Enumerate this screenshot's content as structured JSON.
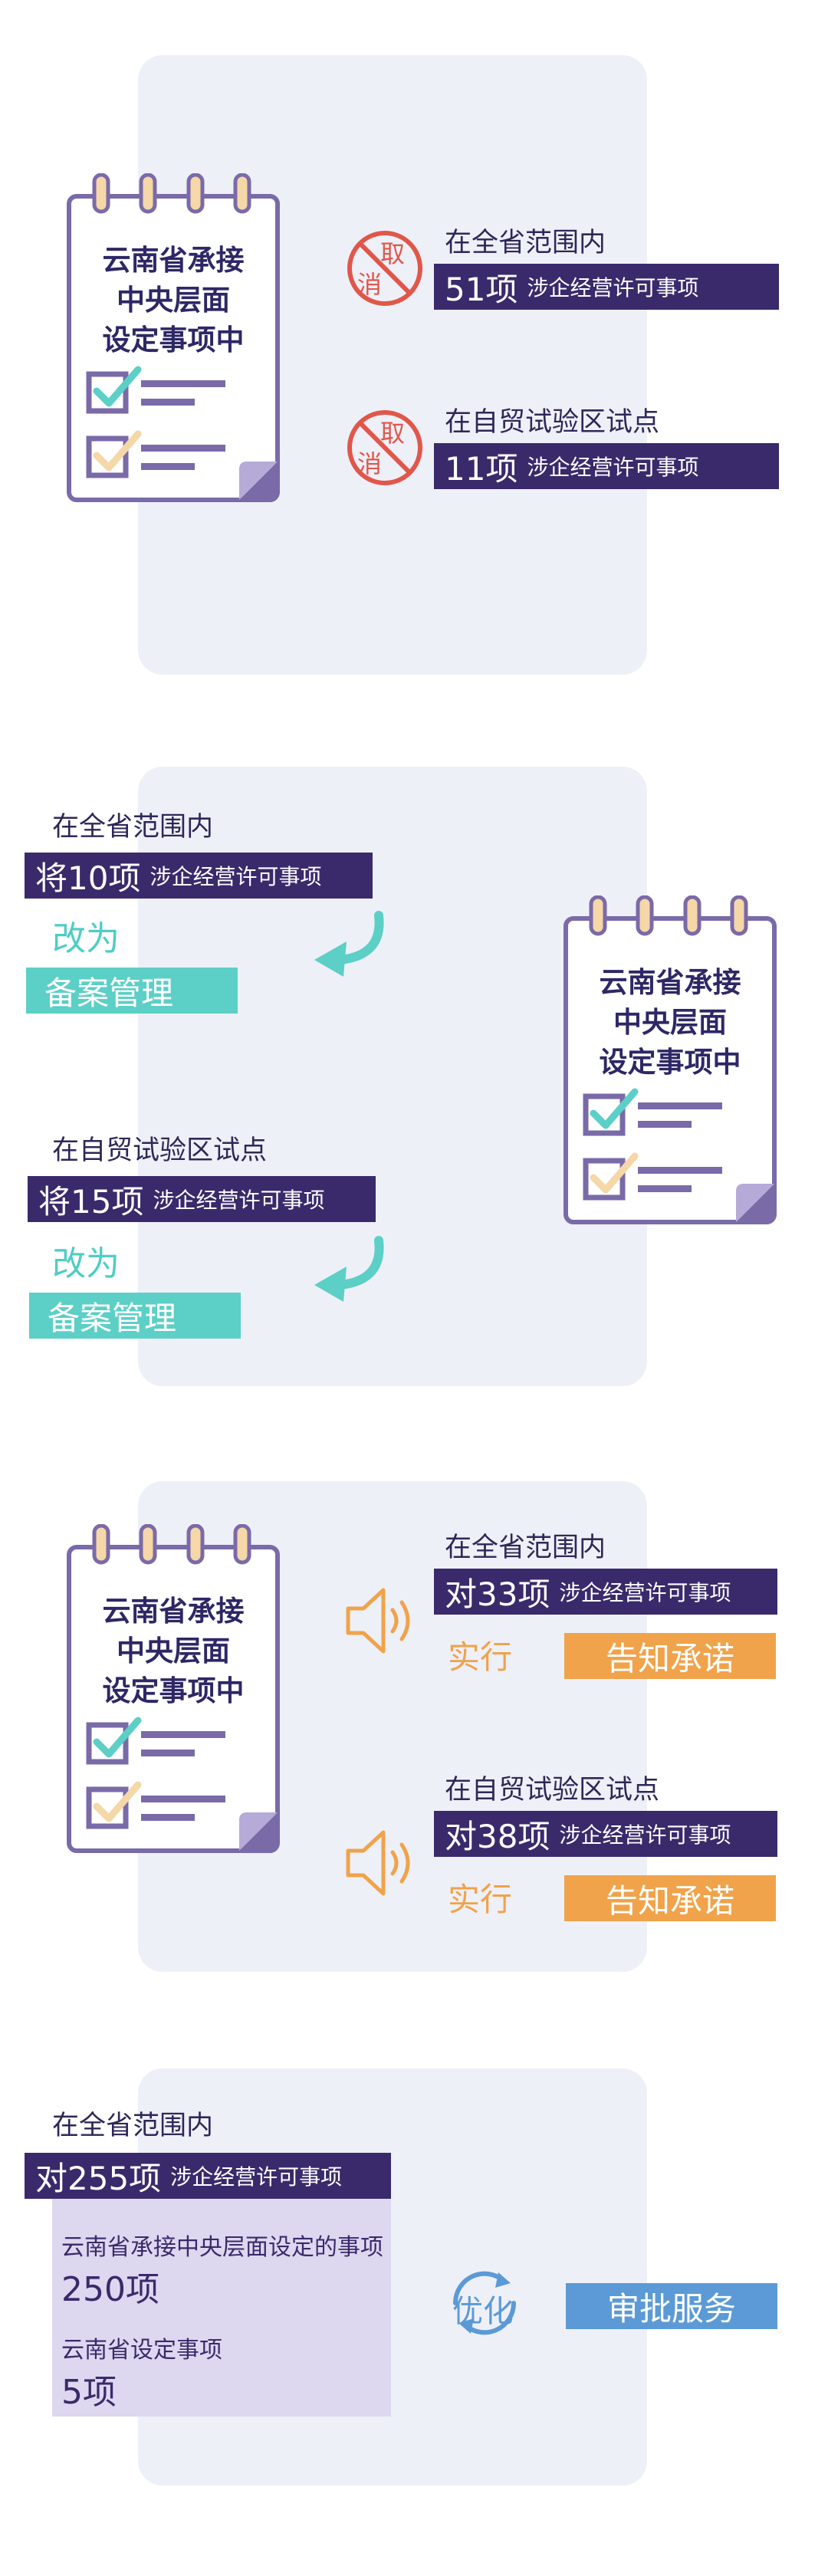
{
  "notebook": {
    "title_line1": "云南省承接",
    "title_line2": "中央层面",
    "title_line3": "设定事项中"
  },
  "section1": {
    "badge_text_top": "取",
    "badge_text_bottom": "消",
    "item1": {
      "scope": "在全省范围内",
      "count": "51项",
      "desc": "涉企经营许可事项"
    },
    "item2": {
      "scope": "在自贸试验区试点",
      "count": "11项",
      "desc": "涉企经营许可事项"
    }
  },
  "section2": {
    "item1": {
      "scope": "在全省范围内",
      "count": "将10项",
      "desc": "涉企经营许可事项",
      "change_to": "改为",
      "result": "备案管理"
    },
    "item2": {
      "scope": "在自贸试验区试点",
      "count": "将15项",
      "desc": "涉企经营许可事项",
      "change_to": "改为",
      "result": "备案管理"
    }
  },
  "section3": {
    "item1": {
      "scope": "在全省范围内",
      "count": "对33项",
      "desc": "涉企经营许可事项",
      "action": "实行",
      "result": "告知承诺"
    },
    "item2": {
      "scope": "在自贸试验区试点",
      "count": "对38项",
      "desc": "涉企经营许可事项",
      "action": "实行",
      "result": "告知承诺"
    }
  },
  "section4": {
    "scope": "在全省范围内",
    "count": "对255项",
    "desc": "涉企经营许可事项",
    "sub1_label": "云南省承接中央层面设定的事项",
    "sub1_value": "250项",
    "sub2_label": "云南省设定事项",
    "sub2_value": "5项",
    "optimize": "优化",
    "result": "审批服务"
  },
  "colors": {
    "navy": "#3a2a6b",
    "teal": "#5ccfc6",
    "orange": "#f0a34a",
    "blue": "#5b9ad6",
    "red": "#e0574a",
    "panel": "#eef0f8"
  }
}
